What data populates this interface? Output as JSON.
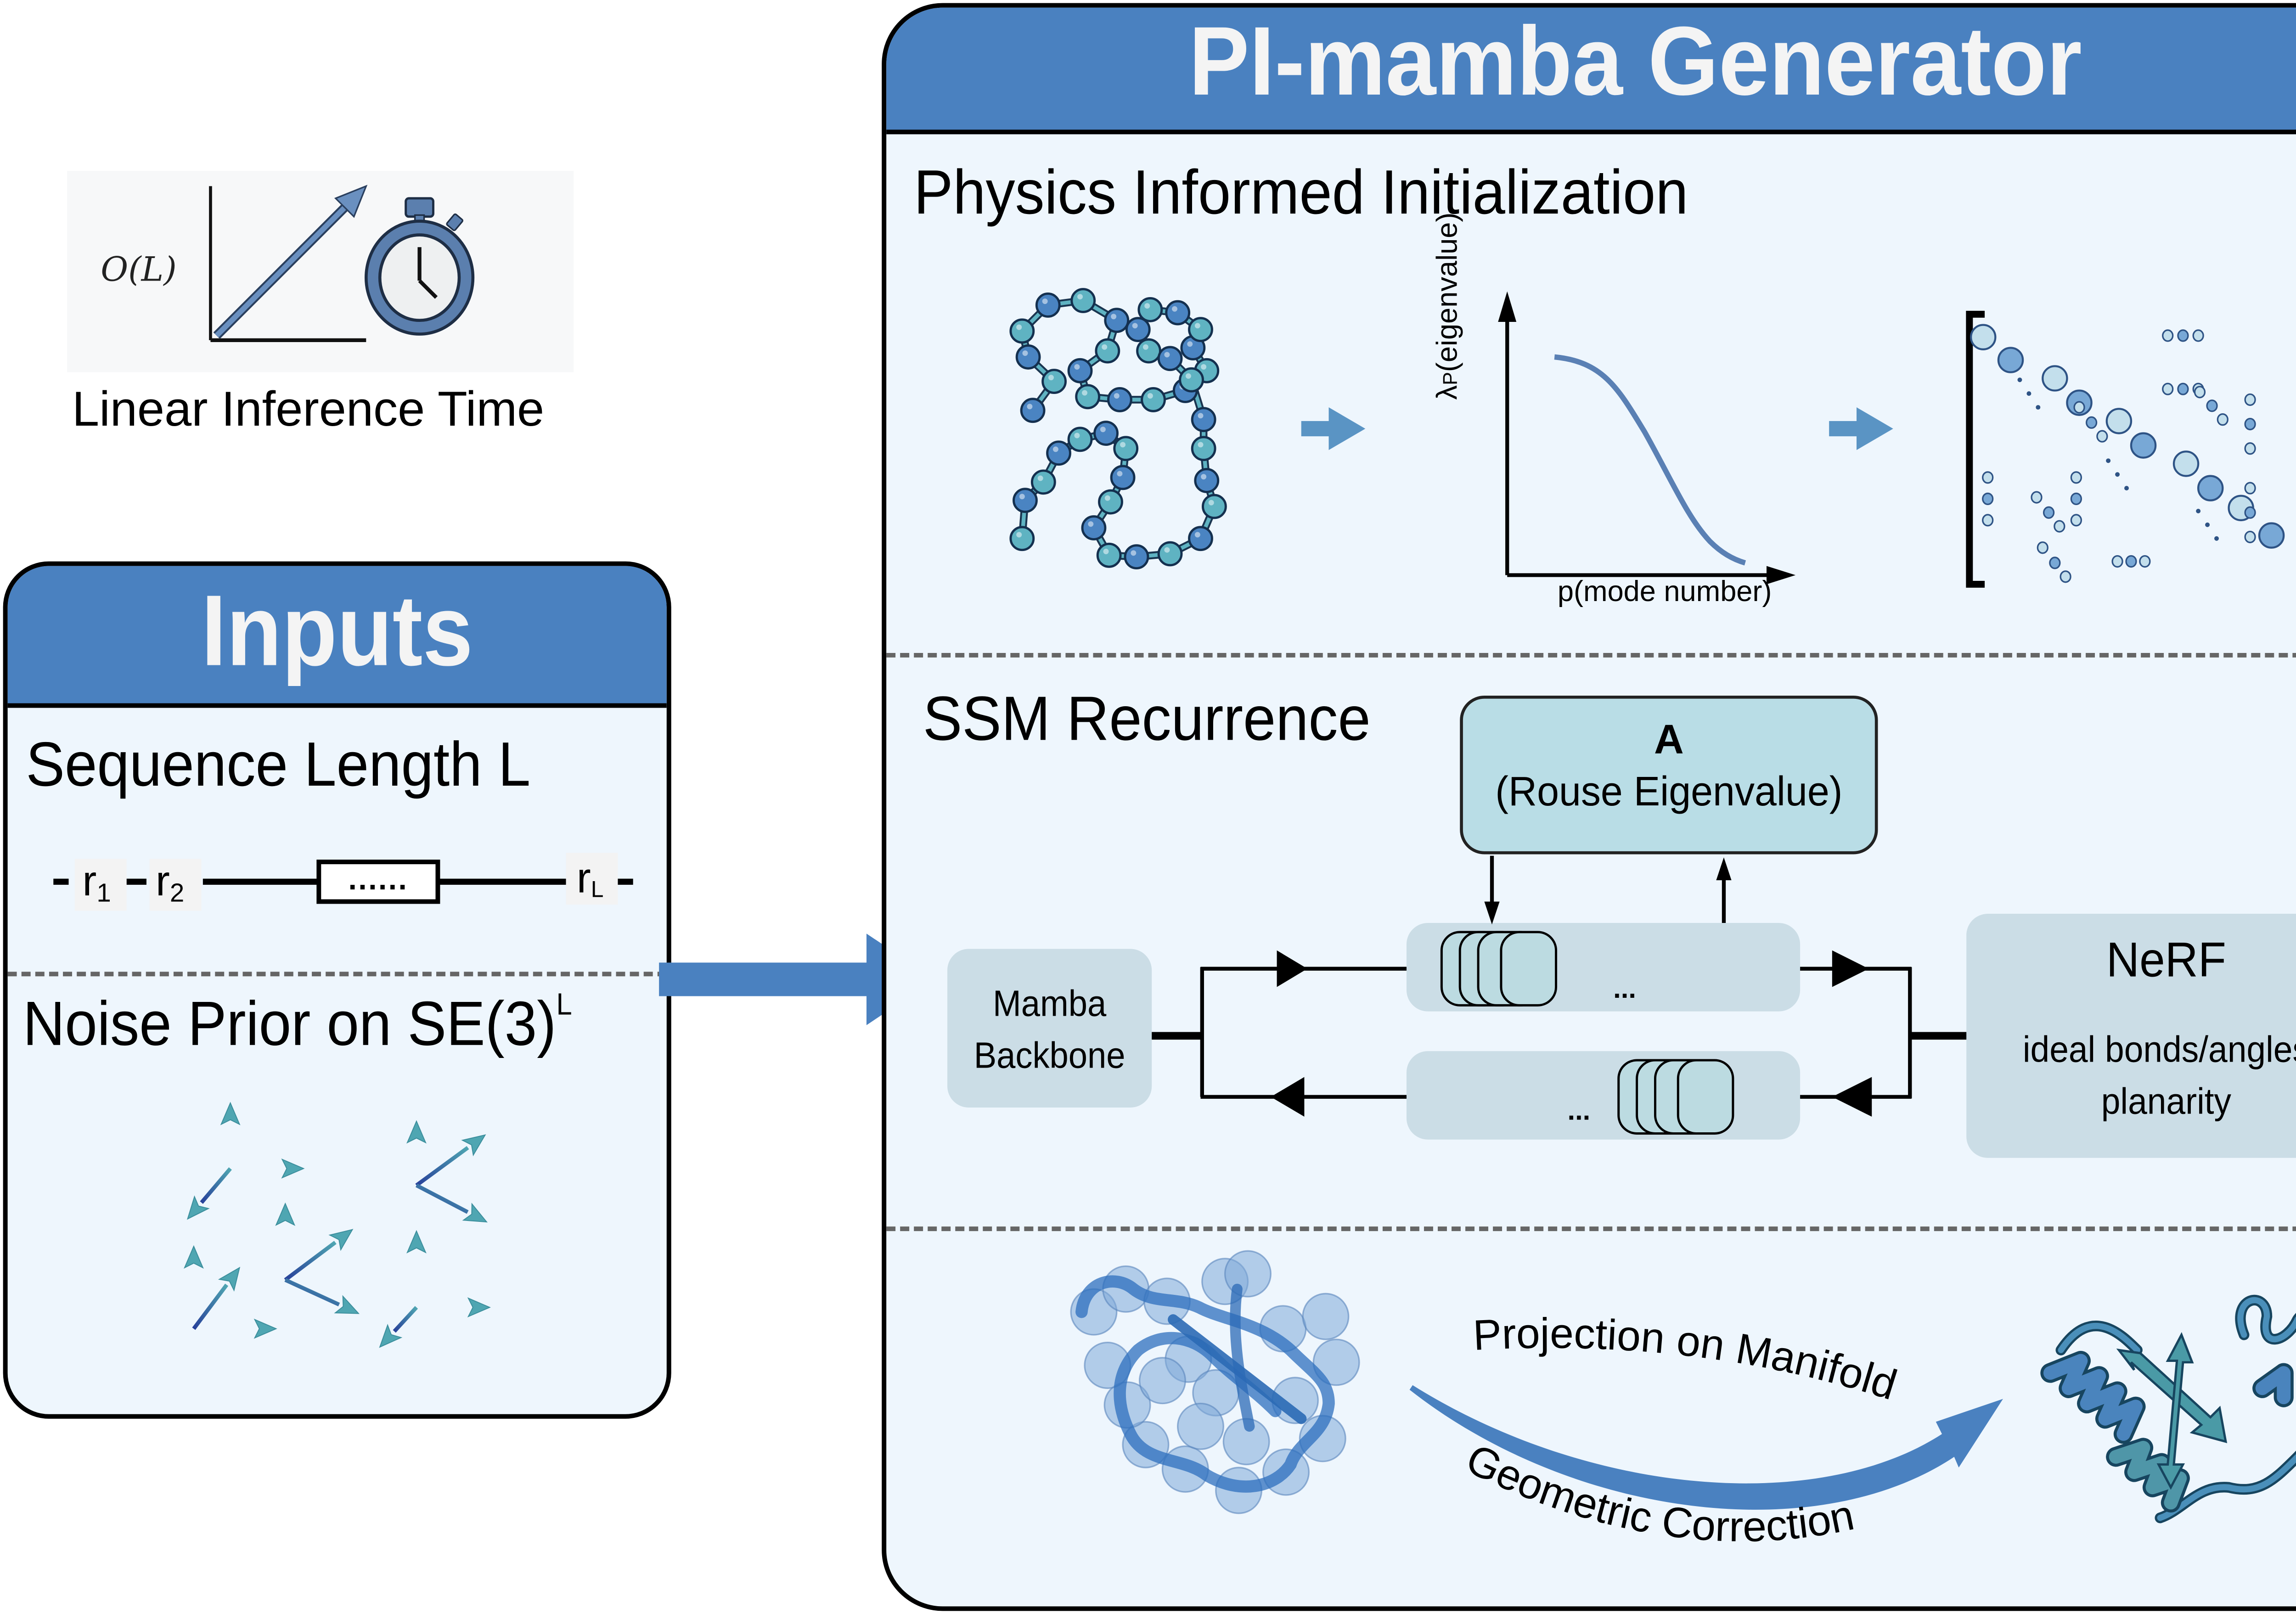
{
  "linear_inference": {
    "complexity_label": "O(L)",
    "caption": "Linear Inference Time",
    "icons": [
      "linear-growth-chart-icon",
      "stopwatch-icon"
    ]
  },
  "inputs": {
    "title": "Inputs",
    "sequence": {
      "title": "Sequence Length L",
      "residues": [
        "r1",
        "r2",
        "rL"
      ],
      "residue_display": [
        {
          "base": "r",
          "sub": "1"
        },
        {
          "base": "r",
          "sub": "2"
        },
        {
          "base": "r",
          "sub": "L"
        }
      ],
      "middle_placeholder": "......"
    },
    "noise": {
      "title_main": "Noise Prior on SE(3)",
      "title_sup": "L",
      "frame_count": 5,
      "icon": "coordinate-frame-icon"
    }
  },
  "generator": {
    "title": "PI-mamba Generator",
    "physics_init": {
      "title": "Physics Informed Initialization",
      "stages": [
        "polymer-chain-icon",
        "rouse-eigenvalue-plot",
        "banded-matrix-icon"
      ],
      "plot": {
        "ylabel": "λP(eigenvalue)",
        "ylabel_parts": {
          "symbol": "λ",
          "sub": "P",
          "rest": "(eigenvalue)"
        },
        "xlabel": "p(mode number)",
        "trend": "decreasing sigmoid"
      }
    },
    "ssm": {
      "title": "SSM Recurrence",
      "a_box": {
        "symbol": "A",
        "label": "(Rouse Eigenvalue)"
      },
      "mamba_box": {
        "line1": "Mamba",
        "line2": "Backbone"
      },
      "ellipsis": "...",
      "nerf_box": {
        "title": "NeRF",
        "line1": "ideal bonds/angles",
        "line2": "planarity"
      }
    },
    "refinement": {
      "upper_label": "Projection on Manifold",
      "lower_label": "Geometric Correction",
      "from": "noisy-protein-blob-icon",
      "to": "folded-protein-ribbon-icon"
    }
  },
  "colors": {
    "header_blue": "#4a81c0",
    "panel_bg": "#eef6fd",
    "arrow_blue": "#4a81c0",
    "stage_arrow": "#5a94c4",
    "a_box_fill": "#b9dde6",
    "grey_box": "#cbdde6",
    "bead_dark": "#4a84c2",
    "bead_teal": "#5fb3c2",
    "curve": "#5a80b4"
  }
}
